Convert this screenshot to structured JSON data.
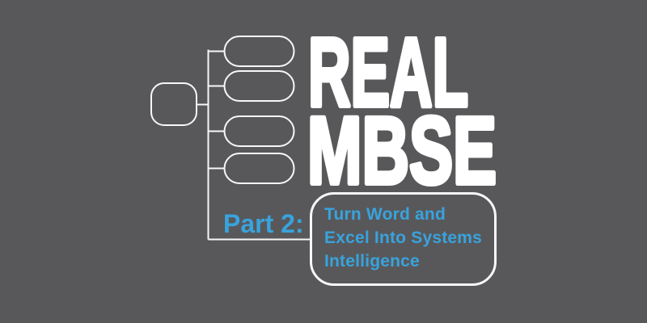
{
  "banner": {
    "background_color": "#58585b",
    "accent_blue": "#39a3dc",
    "line_color": "#ffffff"
  },
  "headline": {
    "line1": "REAL",
    "line2": "MBSE"
  },
  "part_label": {
    "text": "Part 2:"
  },
  "topic_card": {
    "lines": [
      "Turn Word and",
      "Excel Into Systems",
      "Intelligence"
    ]
  },
  "diagram": {
    "type": "block-hierarchy-icon",
    "root_nodes": 1,
    "child_nodes": 4
  }
}
